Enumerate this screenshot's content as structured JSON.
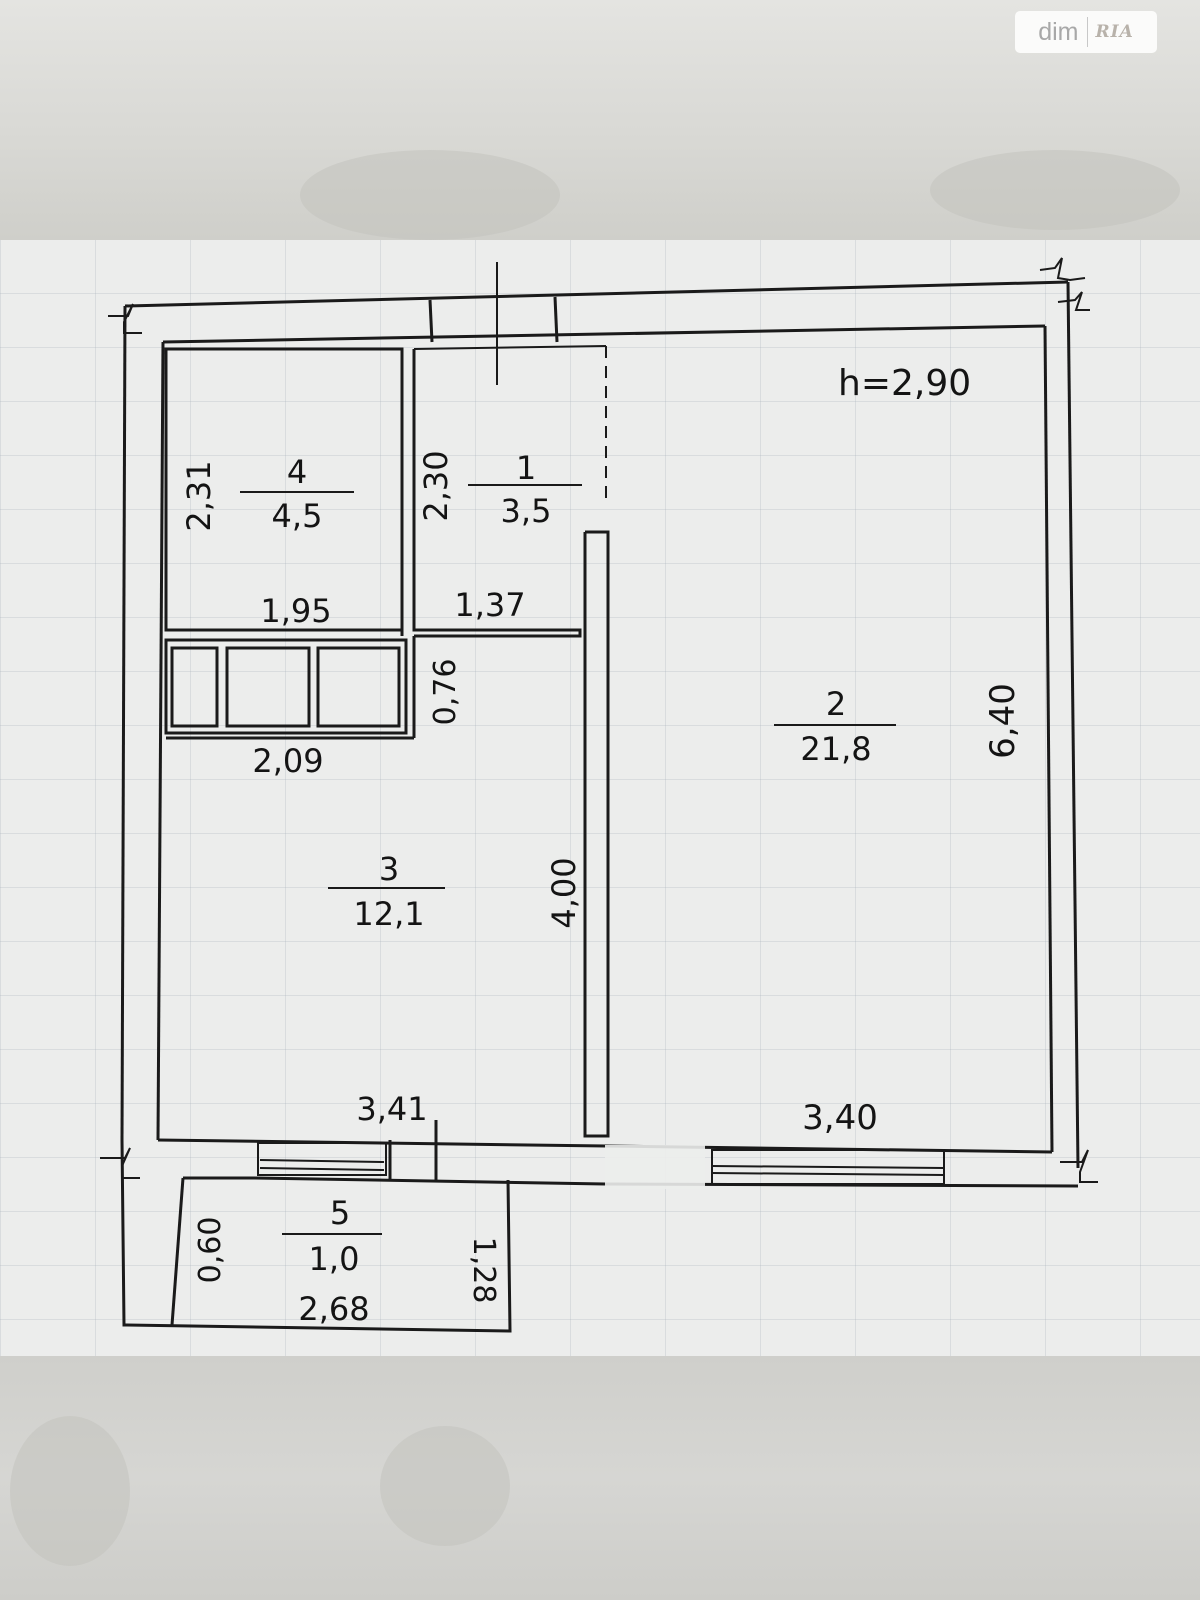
{
  "logo": {
    "brand": "dim",
    "sub": "RIA"
  },
  "plan": {
    "ceiling_height": "h=2,90",
    "rooms": [
      {
        "number": "1",
        "area": "3,5"
      },
      {
        "number": "2",
        "area": "21,8"
      },
      {
        "number": "3",
        "area": "12,1"
      },
      {
        "number": "4",
        "area": "4,5"
      },
      {
        "number": "5",
        "area": "1,0"
      }
    ],
    "dimensions": {
      "room4_height": "2,31",
      "room4_width": "1,95",
      "room1_height": "2,30",
      "room1_width": "1,37",
      "closet_depth": "0,76",
      "closet_width": "2,09",
      "room3_height": "4,00",
      "room3_width": "3,41",
      "room2_height": "6,40",
      "room2_width": "3,40",
      "balcony_depth": "0,60",
      "balcony_width": "2,68",
      "balcony_side": "1,28"
    }
  }
}
